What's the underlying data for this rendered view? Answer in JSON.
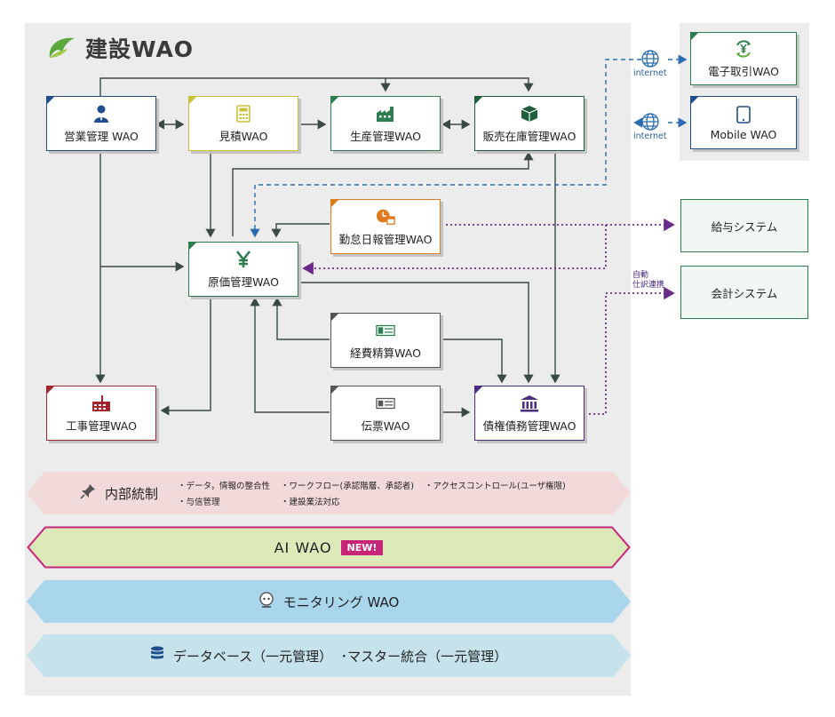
{
  "logo": {
    "text": "建設WAO"
  },
  "modules": {
    "eigyo": "営業管理 WAO",
    "mitsumori": "見積WAO",
    "seisan": "生産管理WAO",
    "hanbai": "販売在庫管理WAO",
    "kintai": "勤怠日報管理WAO",
    "genka": "原価管理WAO",
    "keihi": "経費精算WAO",
    "koji": "工事管理WAO",
    "denpyo": "伝票WAO",
    "saiken": "債権債務管理WAO"
  },
  "external": {
    "denshi": "電子取引WAO",
    "mobile": "Mobile WAO",
    "kyuyo": "給与システム",
    "kaikei": "会計システム",
    "internet1": "internet",
    "internet2": "internet",
    "auto_label": "自動\n仕訳連携"
  },
  "bands": {
    "naibu_title": "内部統制",
    "naibu_items": [
      "・データ，情報の整合性",
      "・ワークフロー(承認階層、承認者)",
      "・アクセスコントロール(ユーザ権限)",
      "・与信管理",
      "・建設業法対応"
    ],
    "ai_title": "AI WAO",
    "ai_badge": "NEW!",
    "monitor_title": "モニタリング WAO",
    "db_title": "データベース（一元管理）  ･マスター統合（一元管理）"
  },
  "colors": {
    "blue": "#1f4e8c",
    "yellow": "#c8c23a",
    "green": "#2e7d4f",
    "darkgreen": "#1e5e3a",
    "orange": "#e07a1f",
    "red": "#a3262e",
    "gray": "#6b6b6b",
    "purple": "#4a2c83",
    "pink_band": "#f2d9da",
    "ai_band": "#dce9b9",
    "ai_border": "#c8257a",
    "monitor_band": "#a9d6ea",
    "db_band": "#c6e3ec"
  }
}
